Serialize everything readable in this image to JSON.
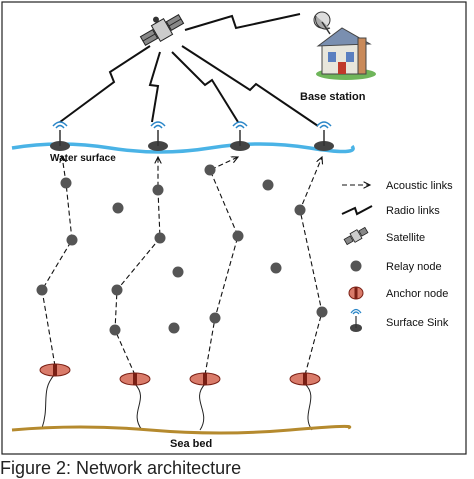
{
  "labels": {
    "base_station": "Base station",
    "water_surface": "Water surface",
    "sea_bed": "Sea bed"
  },
  "legend": [
    {
      "icon": "acoustic-link-icon",
      "label": "Acoustic links"
    },
    {
      "icon": "radio-link-icon",
      "label": "Radio links"
    },
    {
      "icon": "satellite-icon",
      "label": "Satellite"
    },
    {
      "icon": "relay-node-icon",
      "label": "Relay node"
    },
    {
      "icon": "anchor-node-icon",
      "label": "Anchor node"
    },
    {
      "icon": "surface-sink-icon",
      "label": "Surface Sink"
    }
  ],
  "caption": "Figure 2: Network architecture",
  "colors": {
    "water": "#4ab3e6",
    "seabed": "#b58a2e",
    "relay": "#555555",
    "anchor_fill": "#d97b6a",
    "anchor_stripe": "#7a1f14",
    "sink_antenna": "#2a86c8"
  }
}
